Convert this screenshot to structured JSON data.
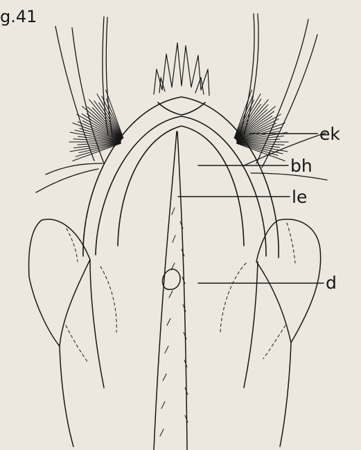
{
  "figure": {
    "label": "g.41",
    "background": "#ece8df",
    "ink": "#161616"
  },
  "labels": {
    "ek": "ek",
    "bh": "bh",
    "le": "le",
    "d": "d"
  }
}
